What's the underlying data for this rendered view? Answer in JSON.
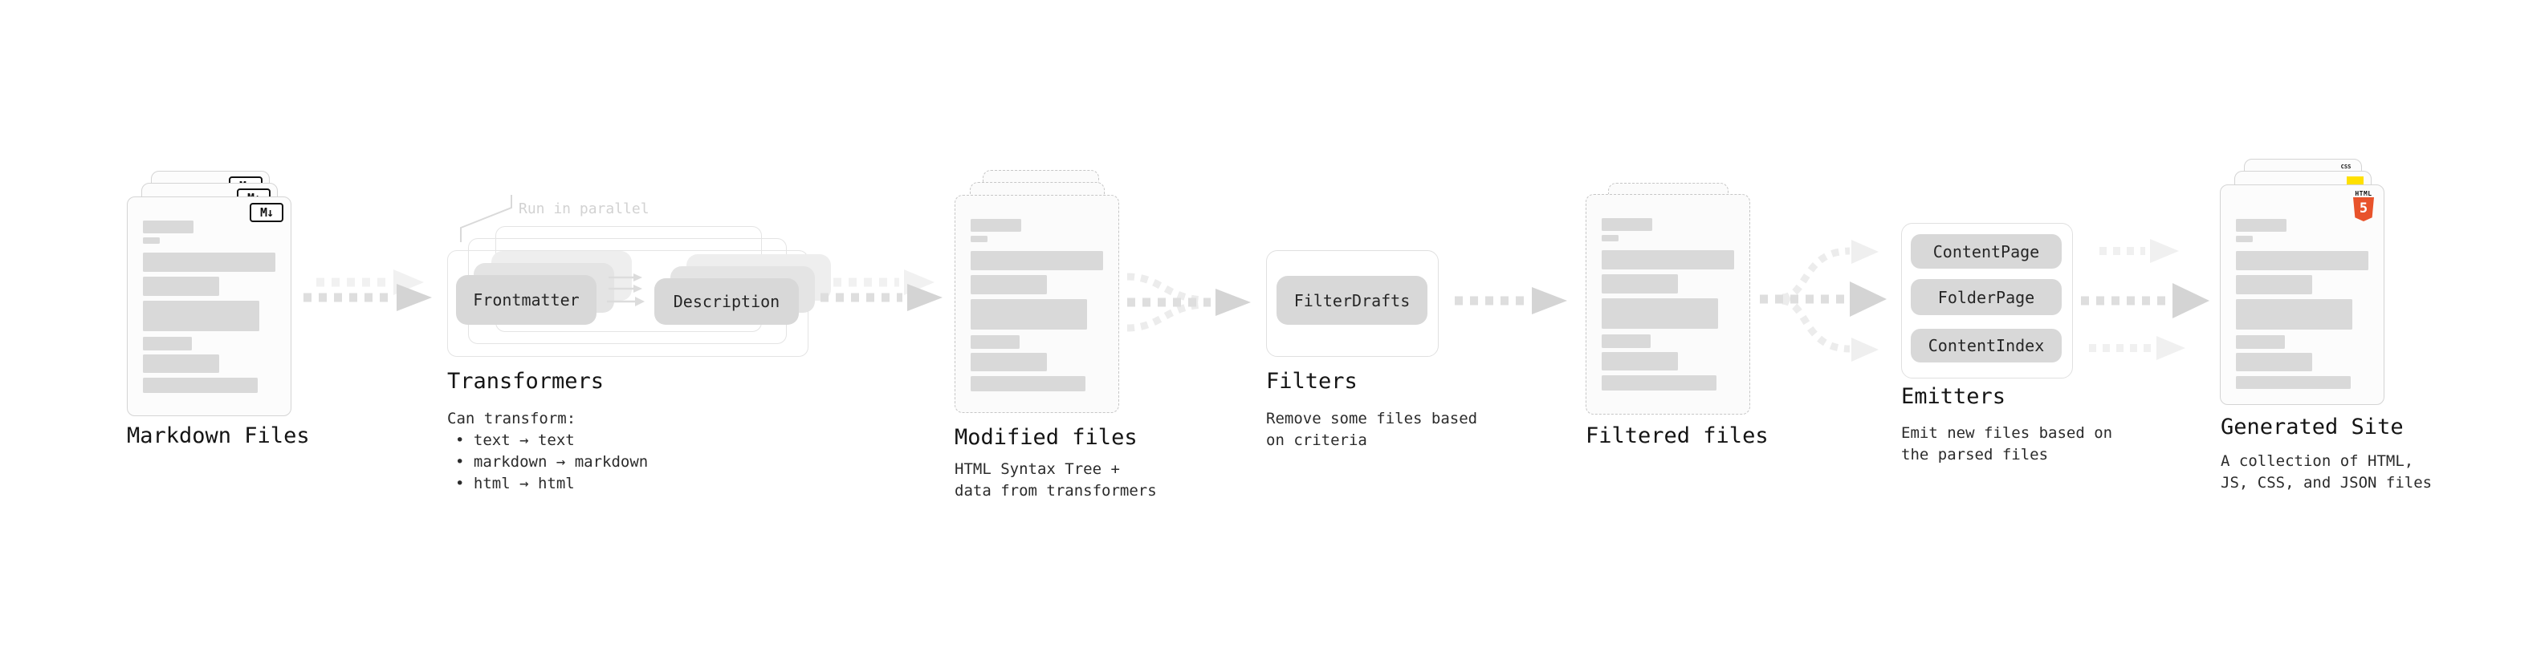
{
  "stages": {
    "markdown": {
      "title": "Markdown Files"
    },
    "transformers": {
      "title": "Transformers",
      "annotation": "Run in parallel",
      "chip_left": "Frontmatter",
      "chip_right": "Description",
      "subtitle": "Can transform:",
      "bullet1": "• text → text",
      "bullet2": "• markdown → markdown",
      "bullet3": "• html → html"
    },
    "modified": {
      "title": "Modified files",
      "desc1": "HTML Syntax Tree +",
      "desc2": "data from transformers"
    },
    "filters": {
      "title": "Filters",
      "chip": "FilterDrafts",
      "desc1": "Remove some files based",
      "desc2": "on criteria"
    },
    "filtered": {
      "title": "Filtered files"
    },
    "emitters": {
      "title": "Emitters",
      "chip1": "ContentPage",
      "chip2": "FolderPage",
      "chip3": "ContentIndex",
      "desc1": "Emit new files based on",
      "desc2": "the parsed files"
    },
    "generated": {
      "title": "Generated Site",
      "desc1": "A collection of HTML,",
      "desc2": "JS, CSS, and JSON files"
    }
  },
  "icons": {
    "markdown_badge": "M↓",
    "html5_word": "HTML",
    "html5_numeral": "5",
    "css_badge": "CSS"
  },
  "colors": {
    "html5_orange": "#e8532b",
    "js_yellow": "#ffe000",
    "css_blue": "#2d6fe0",
    "bar_gray": "#d9d9d9",
    "chip_gray": "#d8d8d8",
    "arrow_gray": "#dedede",
    "arrow_light": "#f0f0f0"
  }
}
